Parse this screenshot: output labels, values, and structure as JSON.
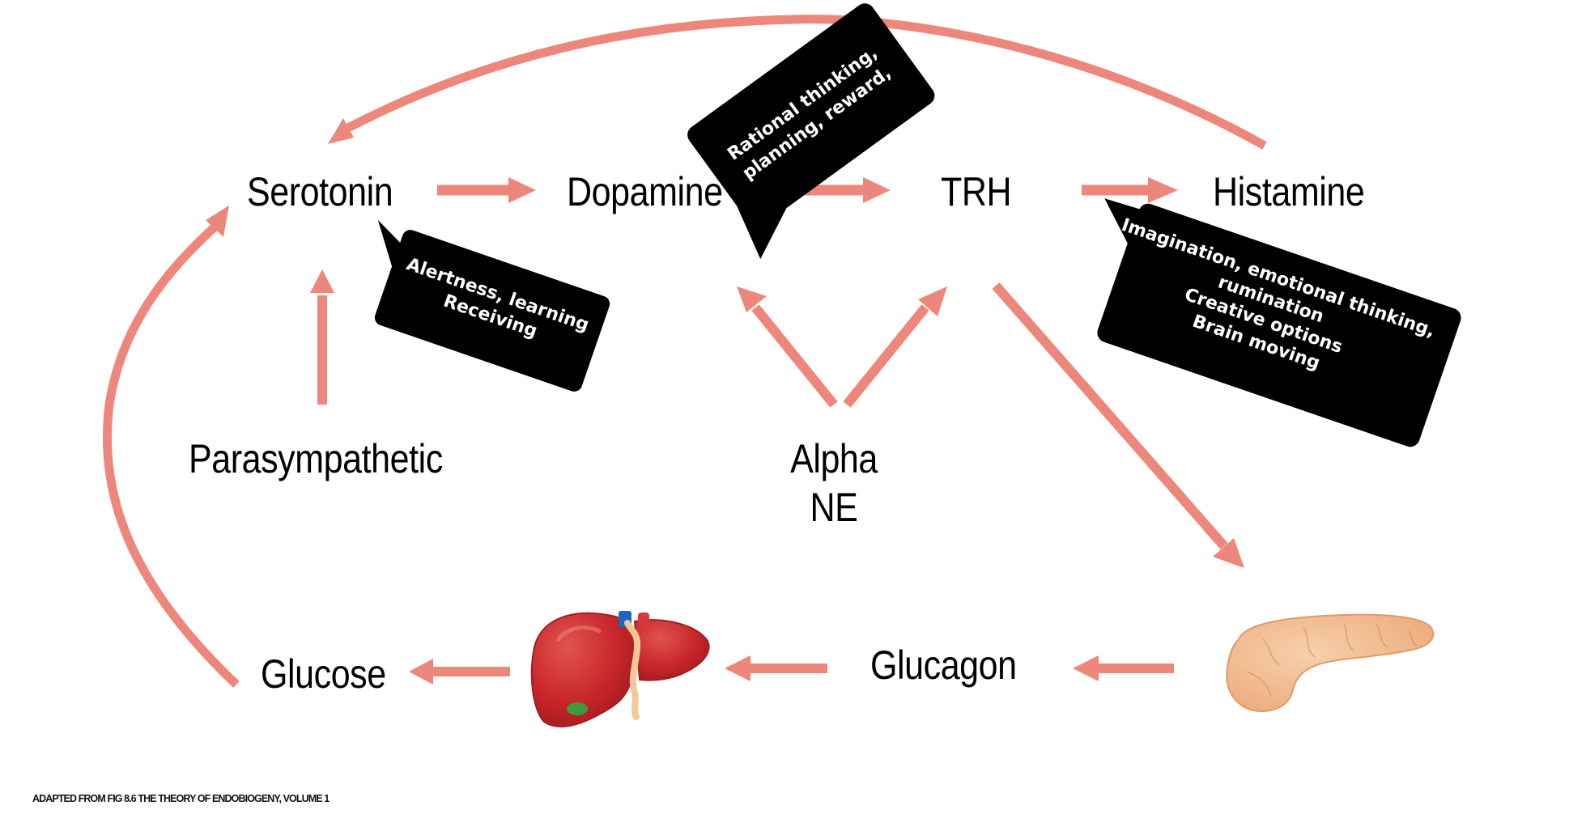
{
  "colors": {
    "arrow": "#ee877b",
    "callout_bg": "#000000",
    "callout_text": "#ffffff",
    "label_text": "#000000",
    "liver": "#c8262a",
    "pancreas": "#f0b98a"
  },
  "nodes": {
    "serotonin": "Serotonin",
    "dopamine": "Dopamine",
    "trh": "TRH",
    "histamine": "Histamine",
    "parasympathetic": "Parasympathetic",
    "alpha": "Alpha",
    "ne": "NE",
    "glucose": "Glucose",
    "glucagon": "Glucagon"
  },
  "images": {
    "liver": "liver-illustration",
    "pancreas": "pancreas-illustration"
  },
  "callouts": {
    "dopamine": {
      "lines": [
        "Rational thinking,",
        "planning, reward,"
      ]
    },
    "serotonin": {
      "lines": [
        "Alertness, learning",
        "Receiving"
      ]
    },
    "histamine": {
      "lines": [
        "Imagination, emotional thinking,",
        "rumination",
        "Creative options",
        "Brain moving"
      ]
    }
  },
  "edges": [
    {
      "from": "Serotonin",
      "to": "Dopamine"
    },
    {
      "from": "Dopamine",
      "to": "TRH"
    },
    {
      "from": "TRH",
      "to": "Histamine"
    },
    {
      "from": "Histamine",
      "to": "Serotonin"
    },
    {
      "from": "Parasympathetic",
      "to": "Serotonin"
    },
    {
      "from": "Alpha NE",
      "to": "Dopamine"
    },
    {
      "from": "Alpha NE",
      "to": "TRH"
    },
    {
      "from": "TRH",
      "to": "Pancreas"
    },
    {
      "from": "Pancreas",
      "to": "Glucagon"
    },
    {
      "from": "Glucagon",
      "to": "Liver"
    },
    {
      "from": "Liver",
      "to": "Glucose"
    },
    {
      "from": "Glucose",
      "to": "Serotonin"
    }
  ],
  "footer": "ADAPTED FROM FIG 8.6 THE THEORY OF ENDOBIOGENY, VOLUME 1"
}
